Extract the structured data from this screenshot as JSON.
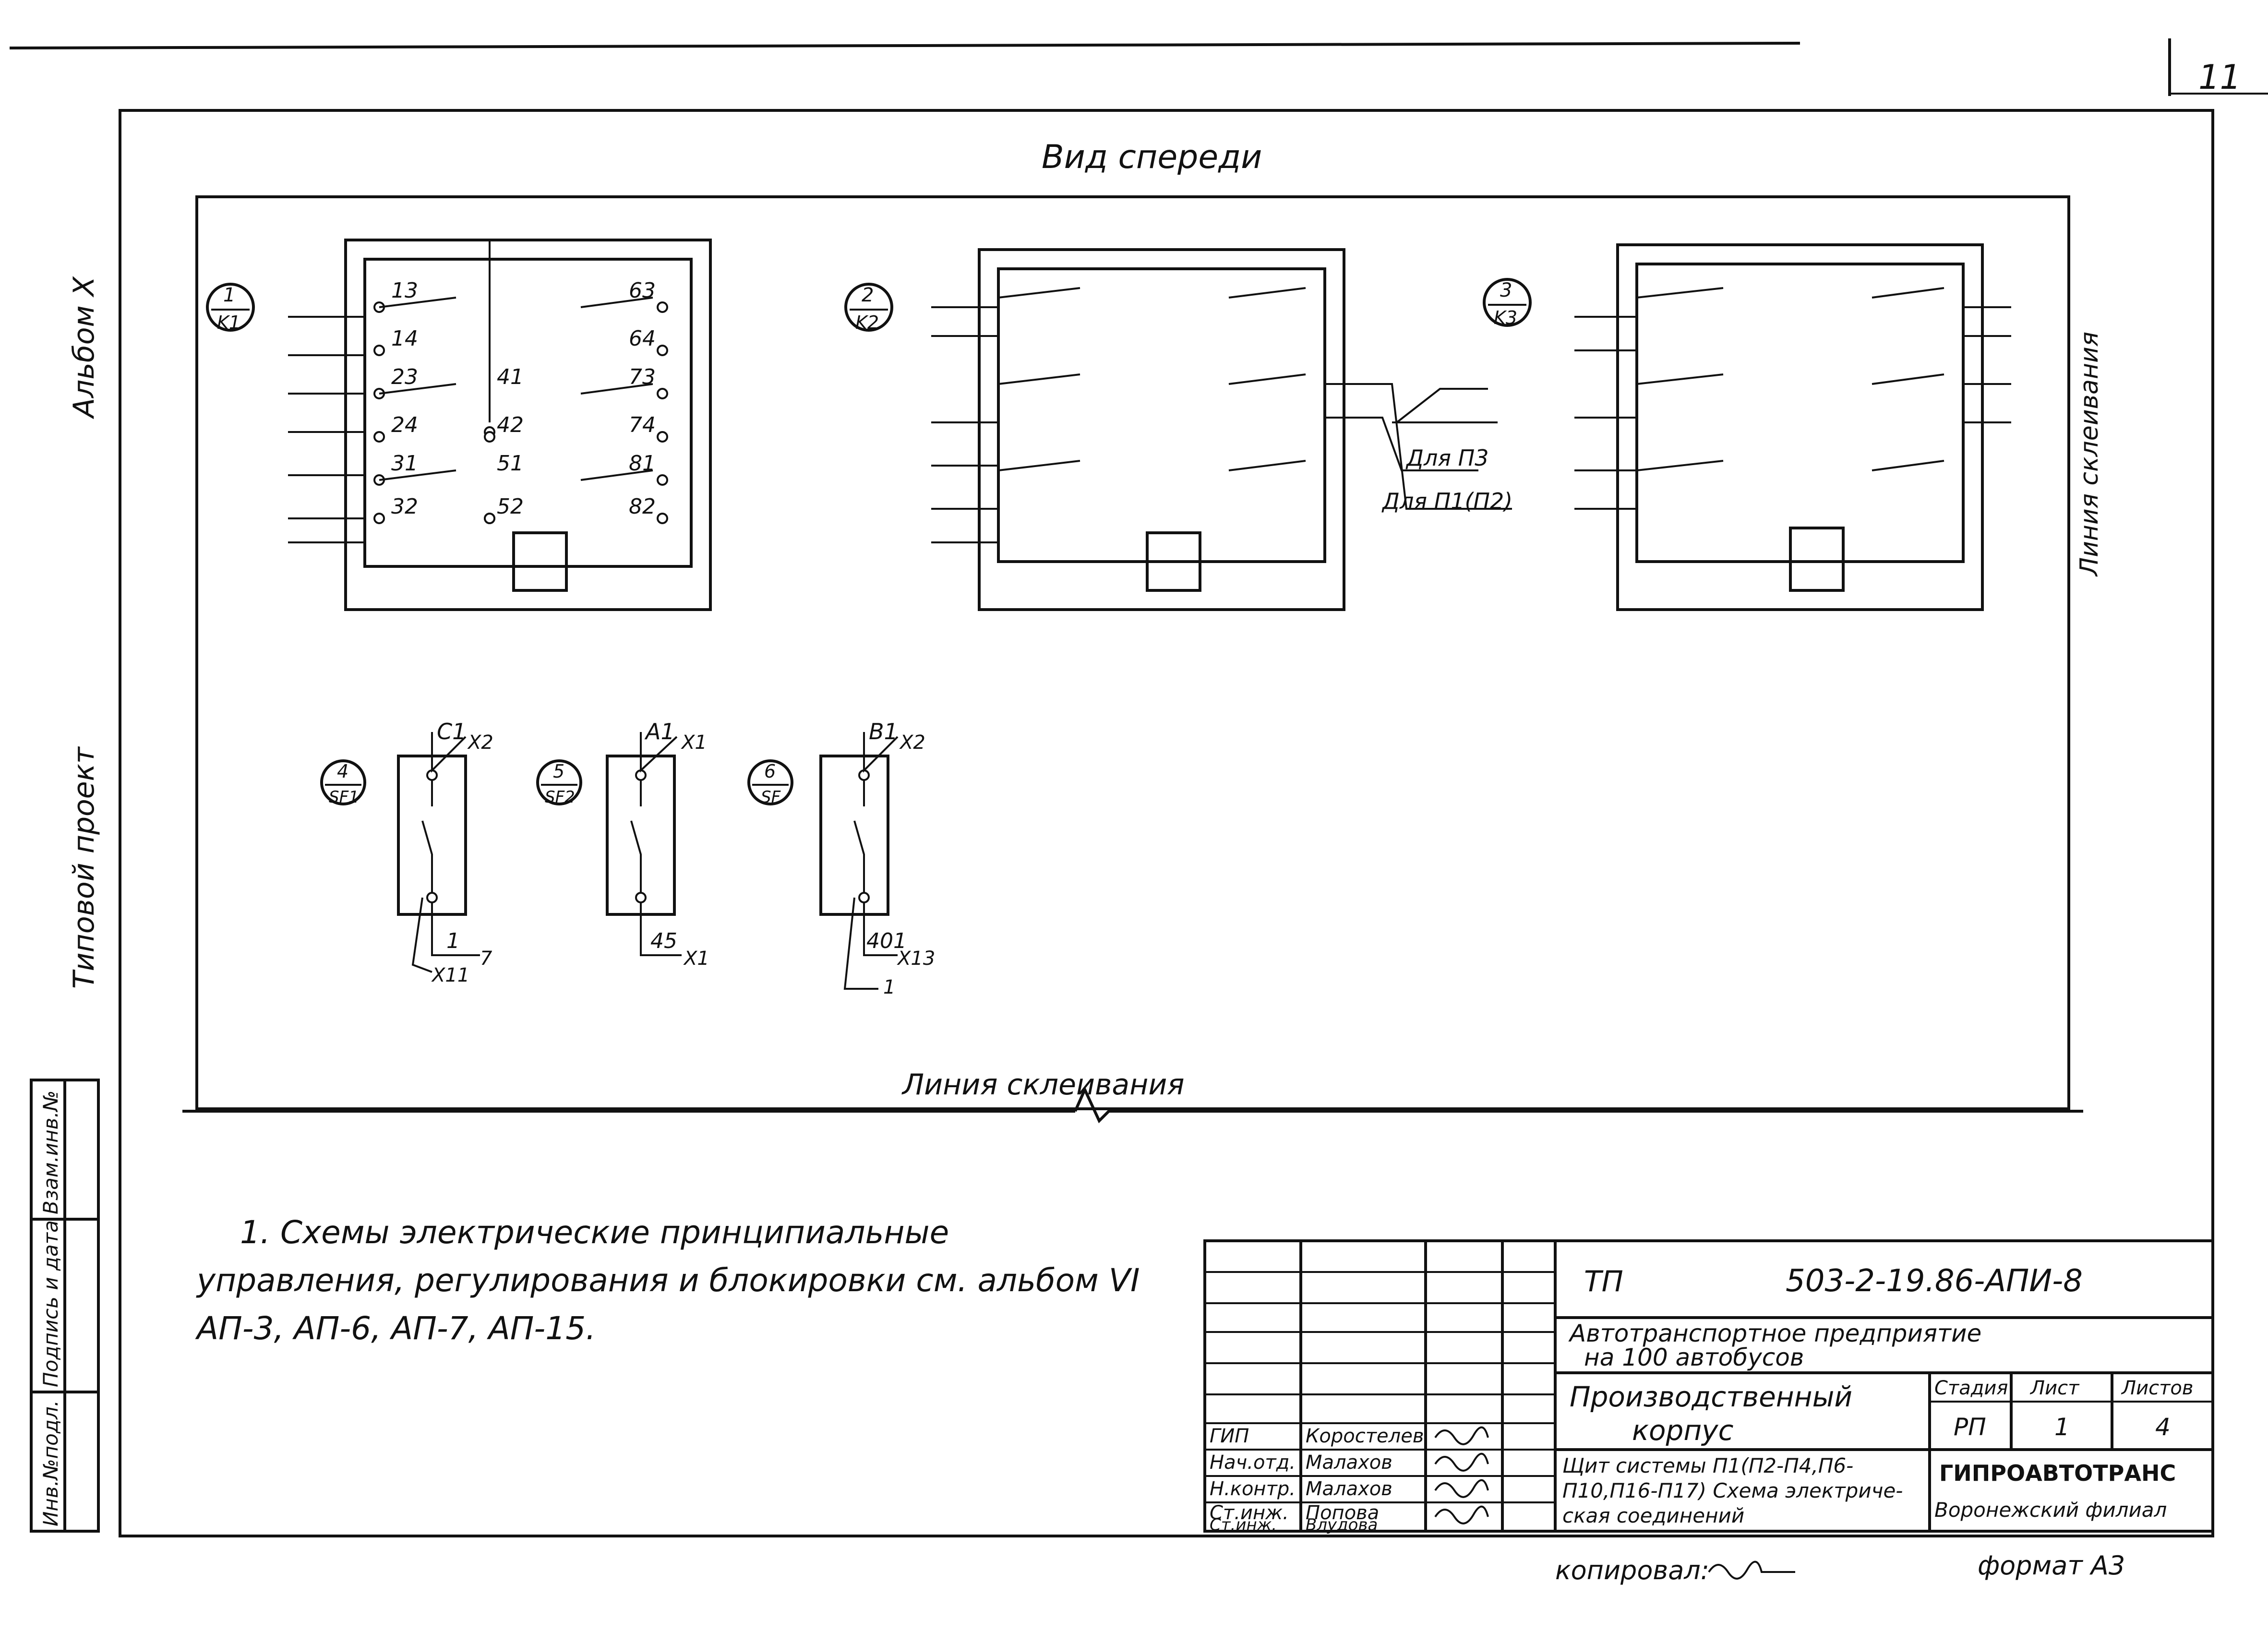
{
  "page_number": "11",
  "view_title": "Вид спереди",
  "side_labels": {
    "album": "Альбом X",
    "typical_project": "Типовой проект",
    "glue_line_right": "Линия склеивания",
    "glue_line_bottom": "Линия склеивания"
  },
  "relay_blocks": [
    {
      "id": "1",
      "ref": "K1"
    },
    {
      "id": "2",
      "ref": "K2"
    },
    {
      "id": "3",
      "ref": "K3"
    }
  ],
  "breakers": [
    {
      "id": "4",
      "ref": "SF1",
      "top": "C1",
      "top_dest": "X2",
      "bottom": "1",
      "bottom_dest": "7",
      "bottom_extra": "X11"
    },
    {
      "id": "5",
      "ref": "SF2",
      "top": "A1",
      "top_dest": "X1",
      "bottom": "45",
      "bottom_dest": "X1",
      "bottom_extra": ""
    },
    {
      "id": "6",
      "ref": "SF",
      "top": "B1",
      "top_dest": "X2",
      "bottom": "401",
      "bottom_dest": "X13",
      "bottom_extra": "1"
    }
  ],
  "contacts": [
    "13",
    "14",
    "23",
    "24",
    "31",
    "32",
    "41",
    "42",
    "51",
    "52",
    "63",
    "64",
    "73",
    "74",
    "81",
    "82"
  ],
  "notes": {
    "for_p3": "Для П3",
    "for_p1": "Для П1(П2)"
  },
  "note_text": {
    "line1": "1. Схемы электрические принципиальные",
    "line2": "управления, регулирования и блокировки см. альбом VI",
    "line3": "АП-3, АП-6, АП-7, АП-15."
  },
  "stamp": {
    "prefix": "ТП",
    "code": "503-2-19.86-АПИ-8",
    "org_title1": "Автотранспортное предприятие",
    "org_title2": "на 100 автобусов",
    "building1": "Производственный",
    "building2": "корпус",
    "sheet_title1": "Щит системы П1(П2-П4,П6-",
    "sheet_title2": "П10,П16-П17) Схема электриче-",
    "sheet_title3": "ская соединений",
    "stage_label": "Стадия",
    "sheet_label": "Лист",
    "sheets_label": "Листов",
    "stage": "РП",
    "sheet": "1",
    "sheets": "4",
    "company": "ГИПРОАВТОТРАНС",
    "branch": "Воронежский филиал",
    "people": [
      {
        "role": "ГИП",
        "name": "Коростелев"
      },
      {
        "role": "Нач.отд.",
        "name": "Малахов"
      },
      {
        "role": "Н.контр.",
        "name": "Малахов"
      },
      {
        "role": "Ст.инж.",
        "name": "Попова"
      },
      {
        "role": "Ст.инж.",
        "name": "Влудова"
      }
    ]
  },
  "left_strip": [
    "Инв.№подл.",
    "Подпись и дата",
    "Взам.инв.№"
  ],
  "copied": "копировал:",
  "format": "формат А3"
}
